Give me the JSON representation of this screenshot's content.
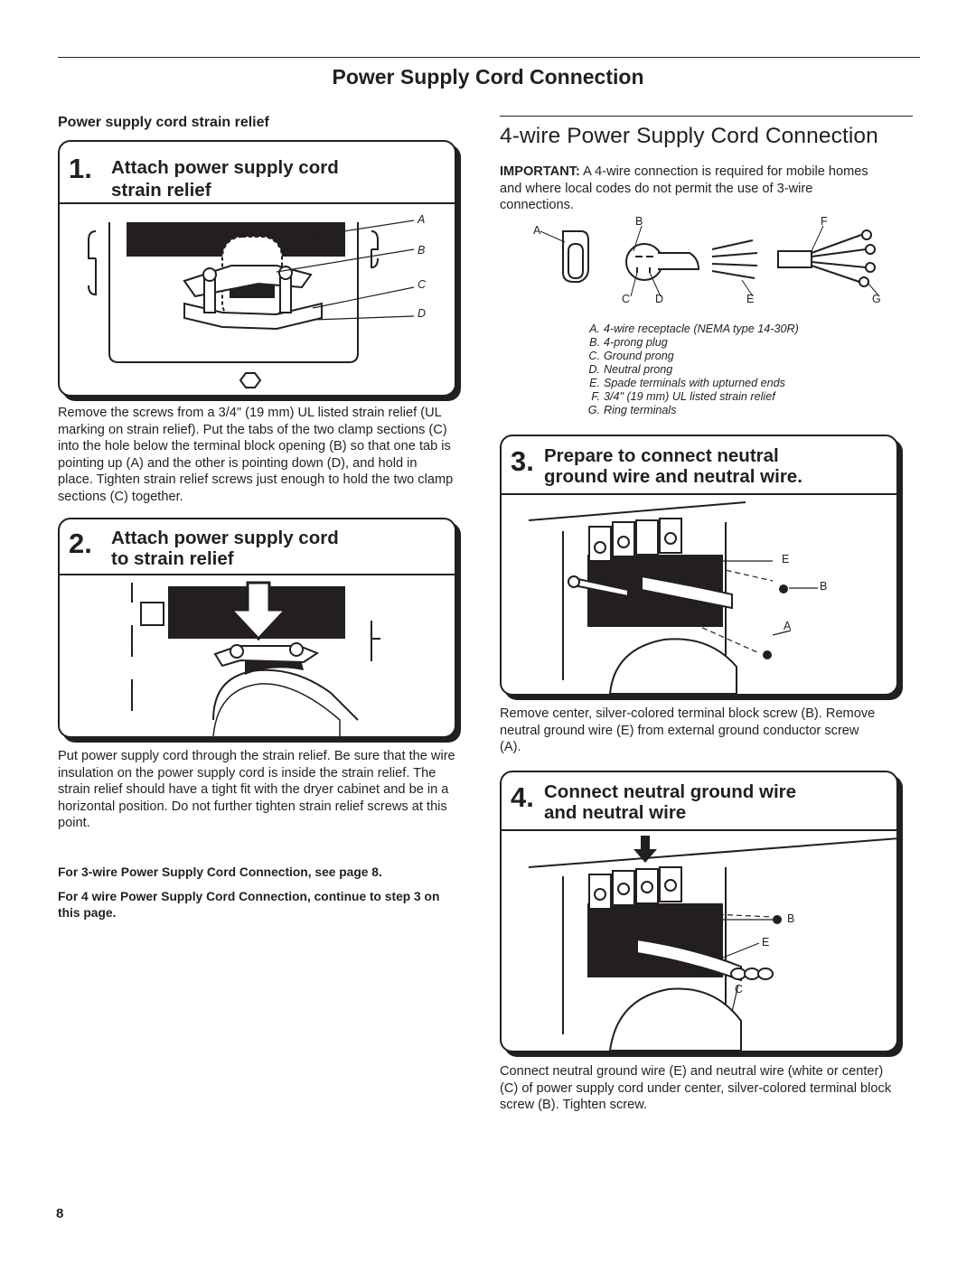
{
  "page_title": "Power Supply Cord Connection",
  "left": {
    "subheading": "Power supply cord strain relief",
    "step1": {
      "number": "1.",
      "title_line1": "Attach power supply cord",
      "title_line2": "strain relief",
      "labels": [
        "A",
        "B",
        "C",
        "D"
      ],
      "text": "Remove the screws from a 3/4\" (19 mm) UL listed strain relief (UL marking on strain relief). Put the tabs of the two clamp sections (C) into the hole below the terminal block opening (B) so that one tab is pointing up (A) and the other is pointing down (D), and hold in place. Tighten strain relief screws just enough to hold the two clamp sections (C) together."
    },
    "step2": {
      "number": "2.",
      "title_line1": "Attach power supply cord",
      "title_line2": "to strain relief",
      "text": "Put power supply cord through the strain relief. Be sure that the wire insulation on the power supply cord is inside the strain relief. The strain relief should have a tight fit with the dryer cabinet and be in a horizontal position. Do not further tighten strain relief screws at this point."
    },
    "note1": "For 3-wire Power Supply Cord Connection, see page 8.",
    "note2": "For 4 wire Power Supply Cord Connection, continue to step 3 on this page."
  },
  "right": {
    "heading": "4-wire Power Supply Cord Connection",
    "important_label": "IMPORTANT:",
    "important_text": " A 4-wire connection is required for mobile homes and where local codes do not permit the use of 3-wire connections.",
    "figure_labels": {
      "A": "A",
      "B": "B",
      "C": "C",
      "D": "D",
      "E": "E",
      "F": "F",
      "G": "G"
    },
    "legend": [
      {
        "key": "A.",
        "text": "4-wire receptacle (NEMA type 14-30R)"
      },
      {
        "key": "B.",
        "text": "4-prong plug"
      },
      {
        "key": "C.",
        "text": "Ground prong"
      },
      {
        "key": "D.",
        "text": "Neutral prong"
      },
      {
        "key": "E.",
        "text": "Spade terminals with upturned ends"
      },
      {
        "key": "F.",
        "text": "3/4\" (19 mm) UL listed strain relief"
      },
      {
        "key": "G.",
        "text": "Ring terminals"
      }
    ],
    "step3": {
      "number": "3.",
      "title_line1": "Prepare to connect neutral",
      "title_line2": "ground wire and neutral wire.",
      "labels": [
        "E",
        "B",
        "A"
      ],
      "text": "Remove center, silver-colored terminal block screw (B). Remove neutral ground wire (E) from external ground conductor screw (A)."
    },
    "step4": {
      "number": "4.",
      "title_line1": "Connect neutral ground wire",
      "title_line2": "and neutral wire",
      "labels": [
        "B",
        "E",
        "C"
      ],
      "text": "Connect neutral ground wire (E) and neutral wire (white or center) (C) of power supply cord under center, silver-colored terminal block screw (B). Tighten screw."
    }
  },
  "page_number": "8"
}
